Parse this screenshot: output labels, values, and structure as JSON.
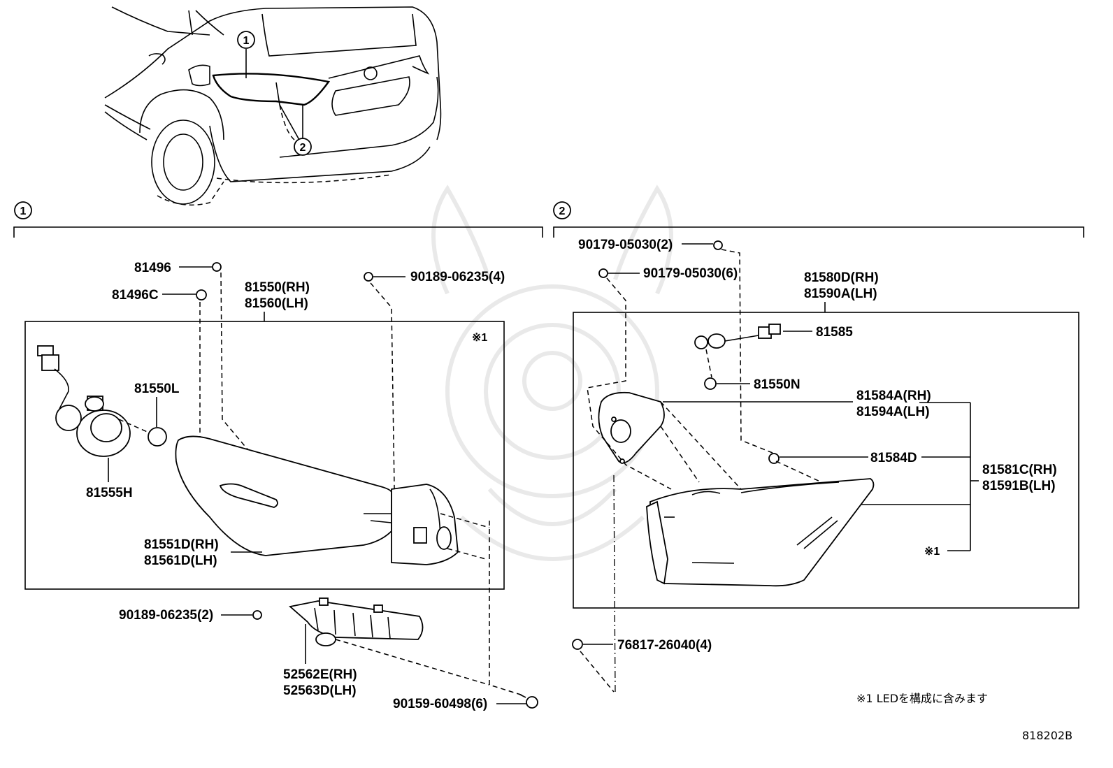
{
  "section_markers": [
    "1",
    "2"
  ],
  "car_callouts": [
    "1",
    "2"
  ],
  "section1": {
    "labels": {
      "p81496": "81496",
      "p81496c": "81496C",
      "p81550_rh": "81550(RH)",
      "p81560_lh": "81560(LH)",
      "p90189_4": "90189-06235(4)",
      "p81550l": "81550L",
      "p81555h": "81555H",
      "p81551d_rh": "81551D(RH)",
      "p81561d_lh": "81561D(LH)",
      "p90189_2": "90189-06235(2)",
      "p52562e_rh": "52562E(RH)",
      "p52563d_lh": "52563D(LH)",
      "p90159_6": "90159-60498(6)",
      "note_mark": "※1"
    }
  },
  "section2": {
    "labels": {
      "p90179_2": "90179-05030(2)",
      "p90179_6": "90179-05030(6)",
      "p81580d_rh": "81580D(RH)",
      "p81590a_lh": "81590A(LH)",
      "p81585": "81585",
      "p81550n": "81550N",
      "p81584a_rh": "81584A(RH)",
      "p81594a_lh": "81594A(LH)",
      "p81584d": "81584D",
      "p81581c_rh": "81581C(RH)",
      "p81591b_lh": "81591B(LH)",
      "note_mark": "※1",
      "p76817_4": "76817-26040(4)"
    }
  },
  "footnote": "※1 LEDを構成に含みます",
  "diagram_code": "818202B",
  "colors": {
    "ink": "#000000",
    "watermark": "#e9e9e9",
    "background": "#ffffff"
  }
}
